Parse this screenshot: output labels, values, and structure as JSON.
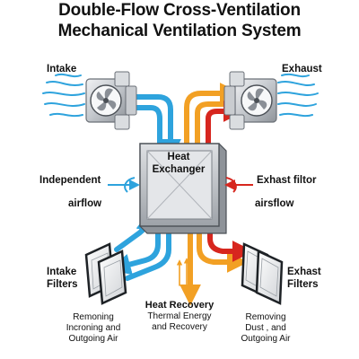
{
  "title": {
    "line1": "Double-Flow Cross-Ventilation",
    "line2": "Mechanical Ventilation System"
  },
  "labels": {
    "intake": "Intake",
    "exhaust": "Exhaust",
    "independent": "Independent",
    "airflow": "airflow",
    "exhaust_filter": "Exhast filtor",
    "airsflow": "airsflow",
    "heat_exchanger_line1": "Heat",
    "heat_exchanger_line2": "Exchanger",
    "intake_filters_line1": "Intake",
    "intake_filters_line2": "Filters",
    "exhast_filters_line1": "Exhast",
    "exhast_filters_line2": "Filters",
    "heat_recovery_line1": "Heat Recovery",
    "heat_recovery_line2": "Thermal Energy",
    "heat_recovery_line3": "and Recovery",
    "left_note_line1": "Remoning",
    "left_note_line2": "Incroning and",
    "left_note_line3": "Outgoing Air",
    "right_note_line1": "Removing",
    "right_note_line2": "Dust , and",
    "right_note_line3": "Outgoing Air"
  },
  "colors": {
    "cold_air": "#2ea3dd",
    "warm_air": "#f2a024",
    "hot_air": "#d7261e",
    "fan_housing": "#c9ccd0",
    "heat_exchanger": "#b8bcc1"
  },
  "icons": [
    "fan-icon",
    "filter-icon",
    "arrow-icon"
  ]
}
